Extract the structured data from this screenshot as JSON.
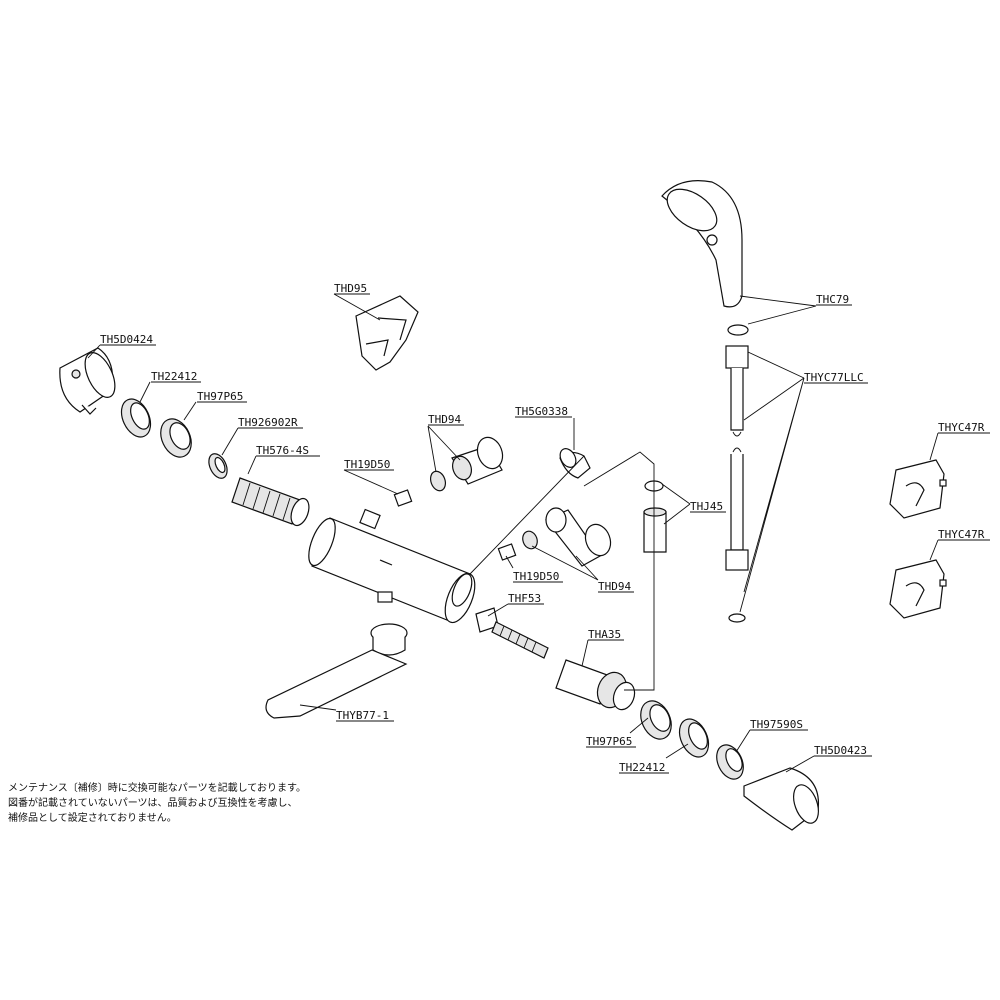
{
  "labels": {
    "th5d0424": "TH5D0424",
    "th22412_a": "TH22412",
    "th97p65_a": "TH97P65",
    "th926902r": "TH926902R",
    "th576_4s": "TH576-4S",
    "thd95": "THD95",
    "thd94_a": "THD94",
    "th19d50_a": "TH19D50",
    "th5g0338": "TH5G0338",
    "th19d50_b": "TH19D50",
    "thd94_b": "THD94",
    "thf53": "THF53",
    "tha35": "THA35",
    "thyb77_1": "THYB77-1",
    "thc79": "THC79",
    "thyc77llc": "THYC77LLC",
    "thj45": "THJ45",
    "thyc47r_a": "THYC47R",
    "thyc47r_b": "THYC47R",
    "th97p65_b": "TH97P65",
    "th22412_b": "TH22412",
    "th97590s": "TH97590S",
    "th5d0423": "TH5D0423"
  },
  "note_lines": [
    "メンテナンス〔補修〕時に交換可能なパーツを記載しております。",
    "図番が記載されていないパーツは、品質および互換性を考慮し、",
    "補修品として設定されておりません。"
  ]
}
